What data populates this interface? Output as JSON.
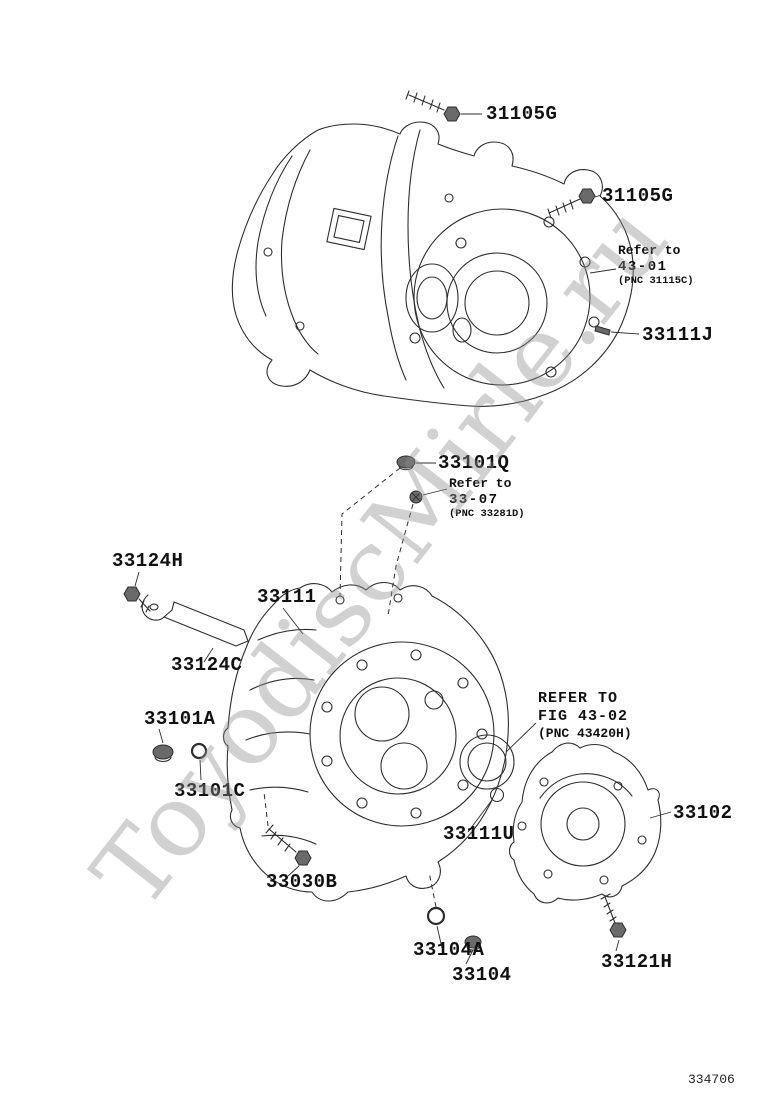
{
  "page": {
    "figure_number": "334706",
    "watermark": "ToyodiscMirle.ru",
    "background_color": "#ffffff",
    "line_color": "#2e2e2e"
  },
  "callouts": {
    "c31105G_a": "31105G",
    "c31105G_b": "31105G",
    "c33111J": "33111J",
    "c33101Q": "33101Q",
    "c33124H": "33124H",
    "c33111": "33111",
    "c33124C": "33124C",
    "c33101A": "33101A",
    "c33101C": "33101C",
    "c33030B": "33030B",
    "c33111U": "33111U",
    "c33102": "33102",
    "c33104A": "33104A",
    "c33104": "33104",
    "c33121H": "33121H"
  },
  "notes": {
    "refer_43_01": {
      "l1": "Refer to",
      "l2": "43-01",
      "l3": "(PNC 31115C)"
    },
    "refer_33_07": {
      "l1": "Refer to",
      "l2": "33-07",
      "l3": "(PNC 33281D)"
    },
    "refer_fig_43_02": {
      "l1": "REFER TO",
      "l2": "FIG 43-02",
      "l3": "(PNC 43420H)"
    }
  }
}
